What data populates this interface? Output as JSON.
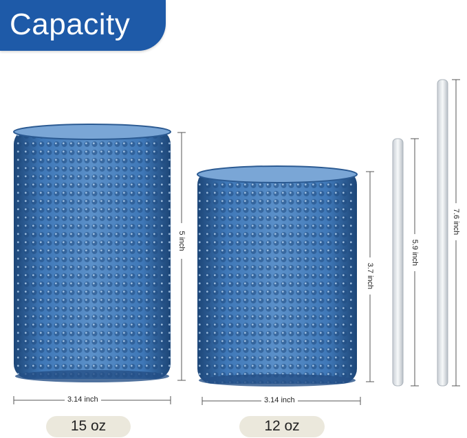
{
  "banner": {
    "title": "Capacity",
    "color": "#1e5aa8"
  },
  "glasses": [
    {
      "name": "tall-glass",
      "height_label": "5 inch",
      "width_label": "3.14 inch",
      "capacity": "15 oz"
    },
    {
      "name": "short-glass",
      "height_label": "3.7 inch",
      "width_label": "3.14 inch",
      "capacity": "12 oz"
    }
  ],
  "straws": [
    {
      "name": "short-straw",
      "length_label": "5.9 inch"
    },
    {
      "name": "long-straw",
      "length_label": "7.6 inch"
    }
  ],
  "colors": {
    "glass": "#3f74b0",
    "glass_dark": "#1f4a80",
    "pill": "#ebe8dc"
  }
}
